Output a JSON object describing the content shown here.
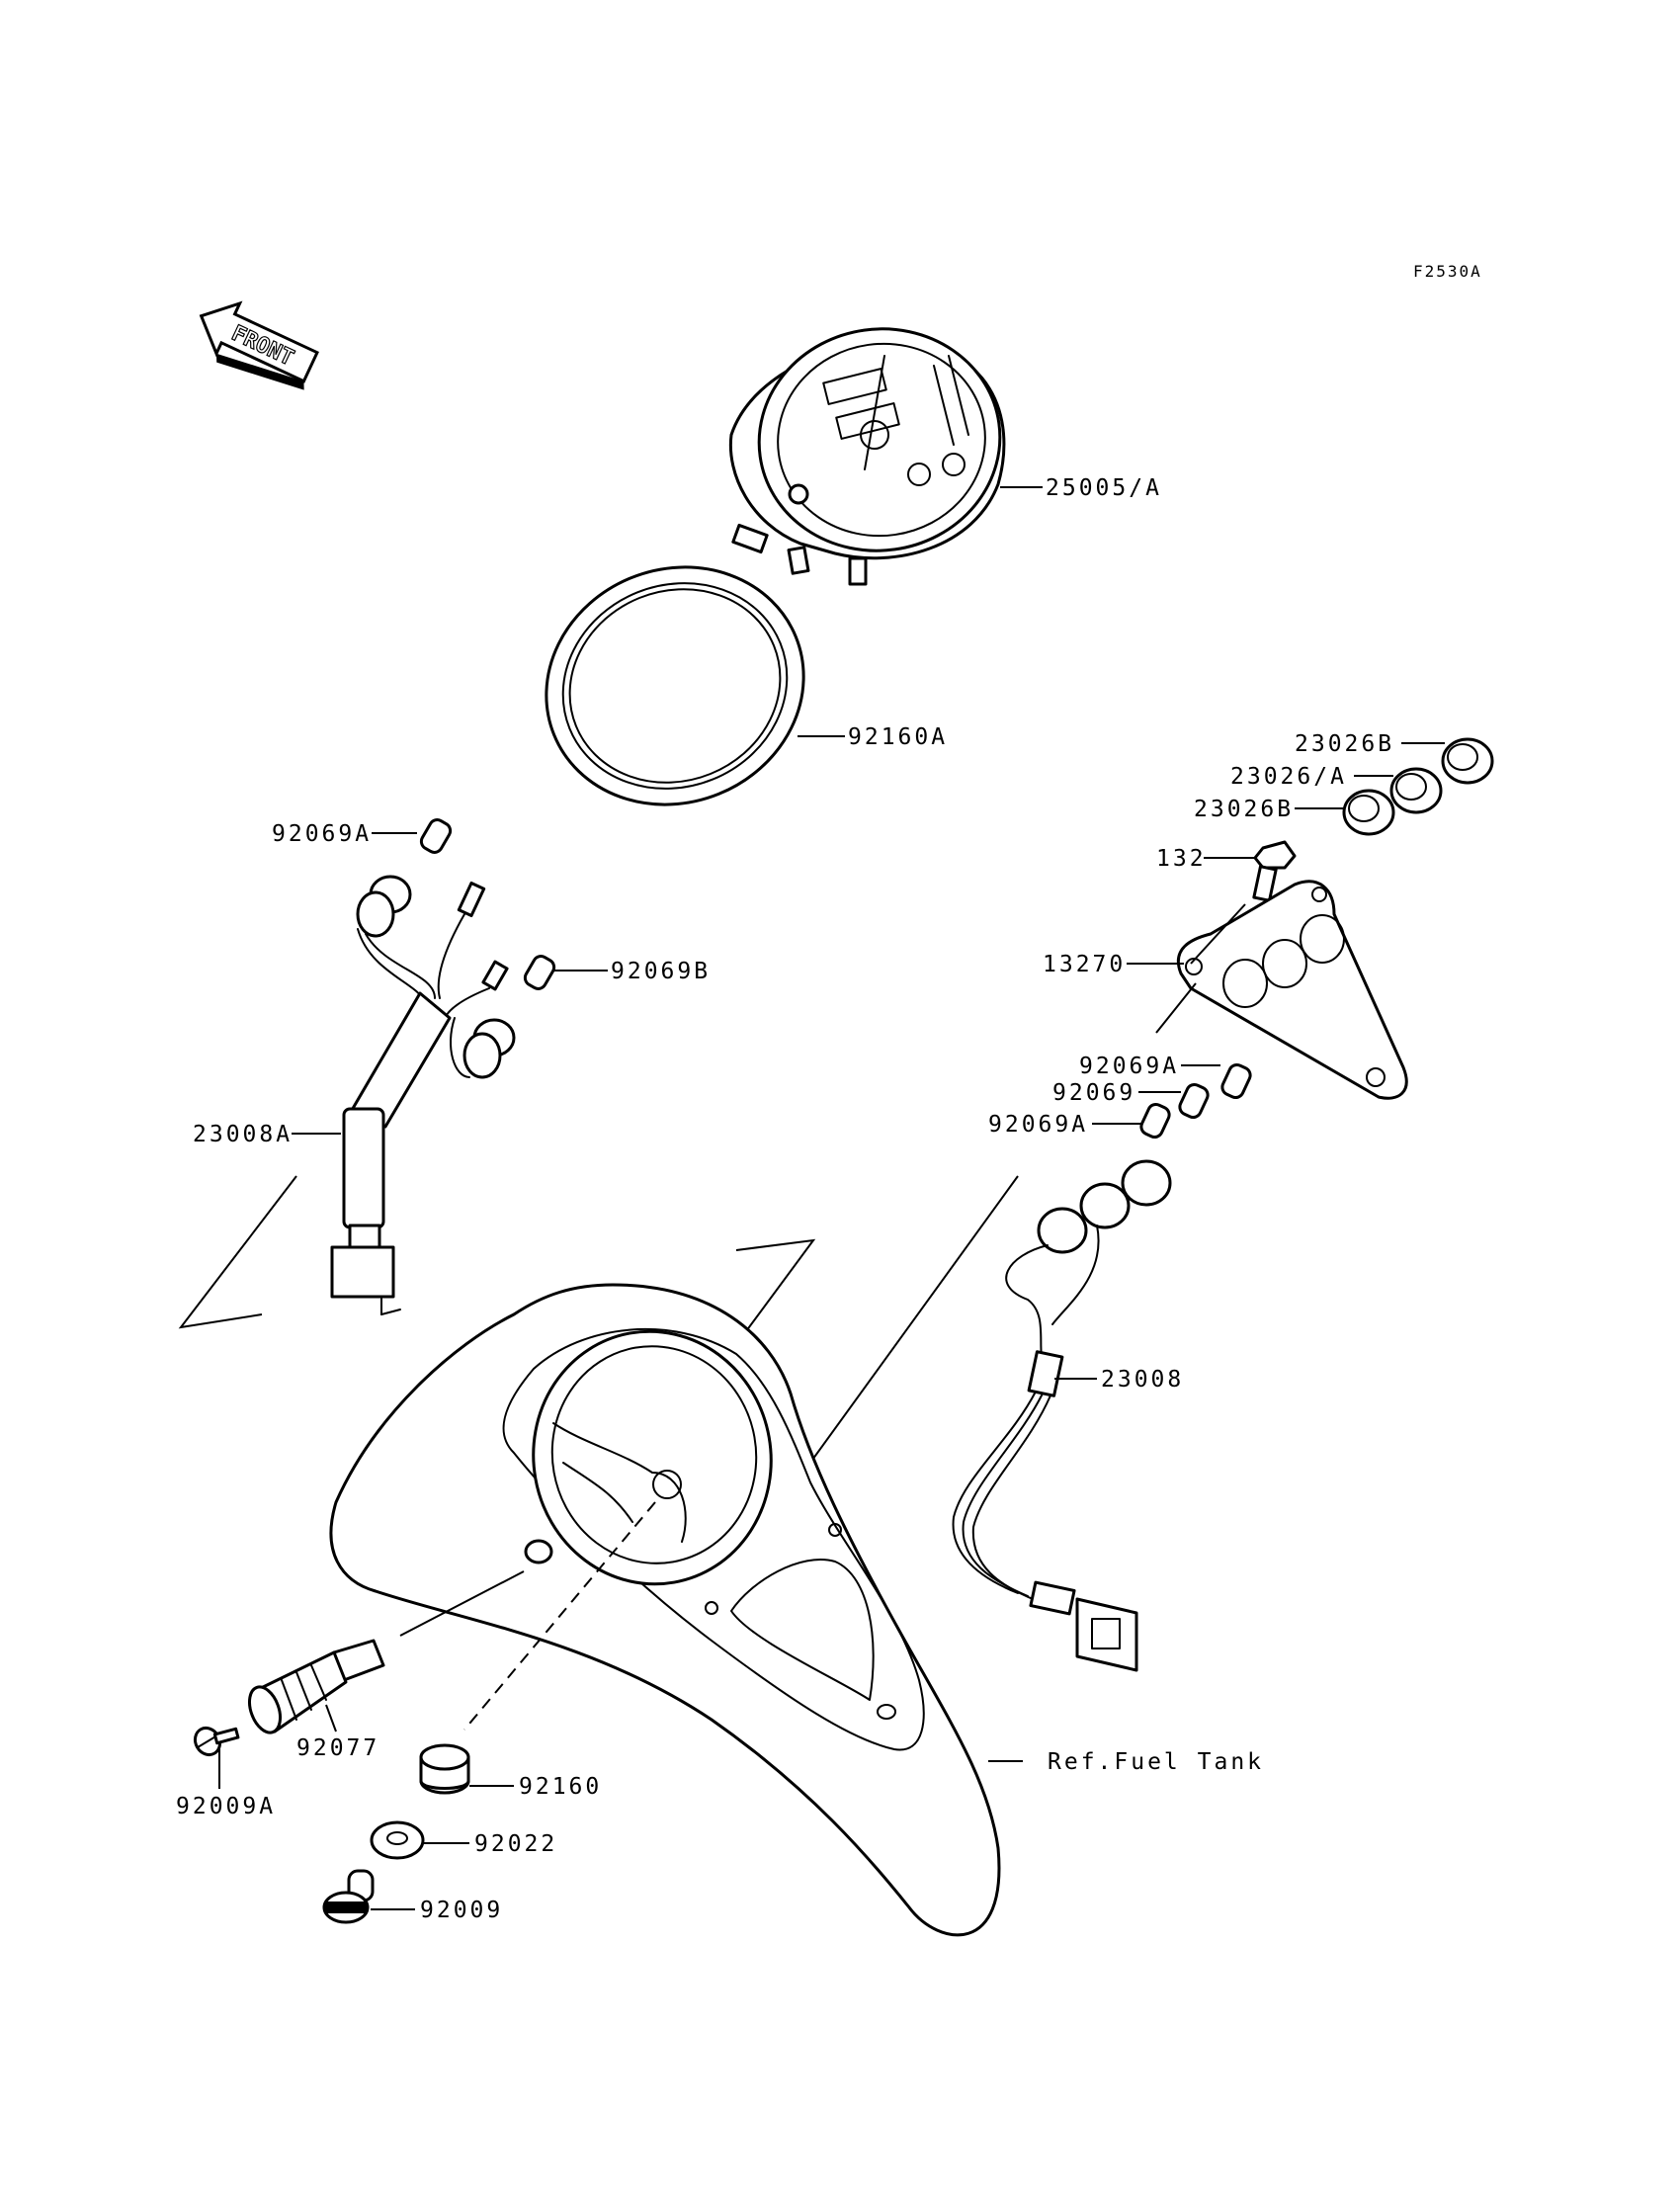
{
  "figure_code": "F2530A",
  "front_arrow": {
    "label": "FRONT"
  },
  "reference": {
    "label": "Ref.Fuel Tank"
  },
  "parts": [
    {
      "id": "meter",
      "number": "25005/A"
    },
    {
      "id": "meter-ring",
      "number": "92160A"
    },
    {
      "id": "cap-top",
      "number": "23026B"
    },
    {
      "id": "cap-middle",
      "number": "23026/A"
    },
    {
      "id": "cap-bottom",
      "number": "23026B"
    },
    {
      "id": "bolt",
      "number": "132"
    },
    {
      "id": "bracket",
      "number": "13270"
    },
    {
      "id": "right-bulb-top",
      "number": "92069A"
    },
    {
      "id": "right-bulb-middle",
      "number": "92069"
    },
    {
      "id": "right-bulb-bottom",
      "number": "92069A"
    },
    {
      "id": "right-harness",
      "number": "23008"
    },
    {
      "id": "left-bulb-top",
      "number": "92069A"
    },
    {
      "id": "left-bulb-lower",
      "number": "92069B"
    },
    {
      "id": "left-harness",
      "number": "23008A"
    },
    {
      "id": "cable-bushing",
      "number": "92077"
    },
    {
      "id": "small-screw",
      "number": "92009A"
    },
    {
      "id": "grommet",
      "number": "92160"
    },
    {
      "id": "washer",
      "number": "92022"
    },
    {
      "id": "screw",
      "number": "92009"
    }
  ]
}
